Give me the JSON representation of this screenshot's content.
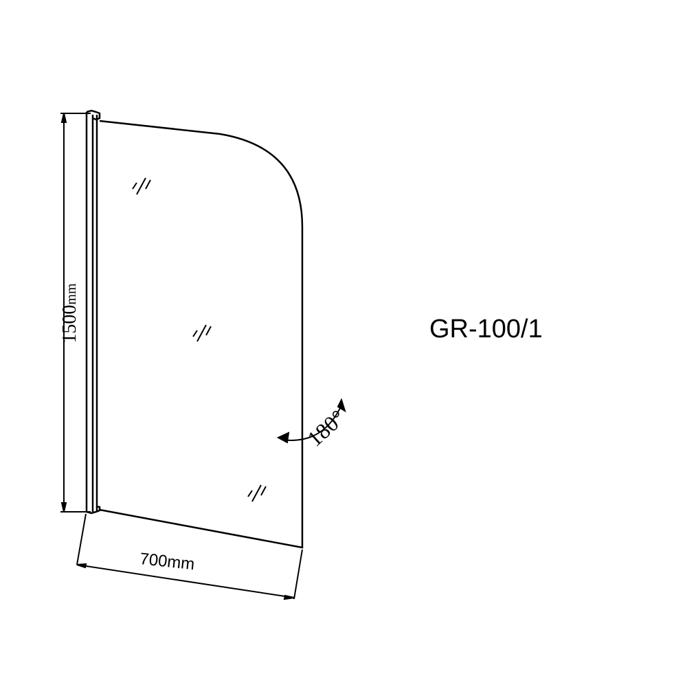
{
  "diagram": {
    "model": "GR-100/1",
    "dimensions": {
      "height_value": "1500",
      "height_unit": "mm",
      "width_label": "700mm"
    },
    "rotation": {
      "angle_label": "180°"
    },
    "colors": {
      "line": "#000000",
      "background": "#ffffff"
    }
  }
}
